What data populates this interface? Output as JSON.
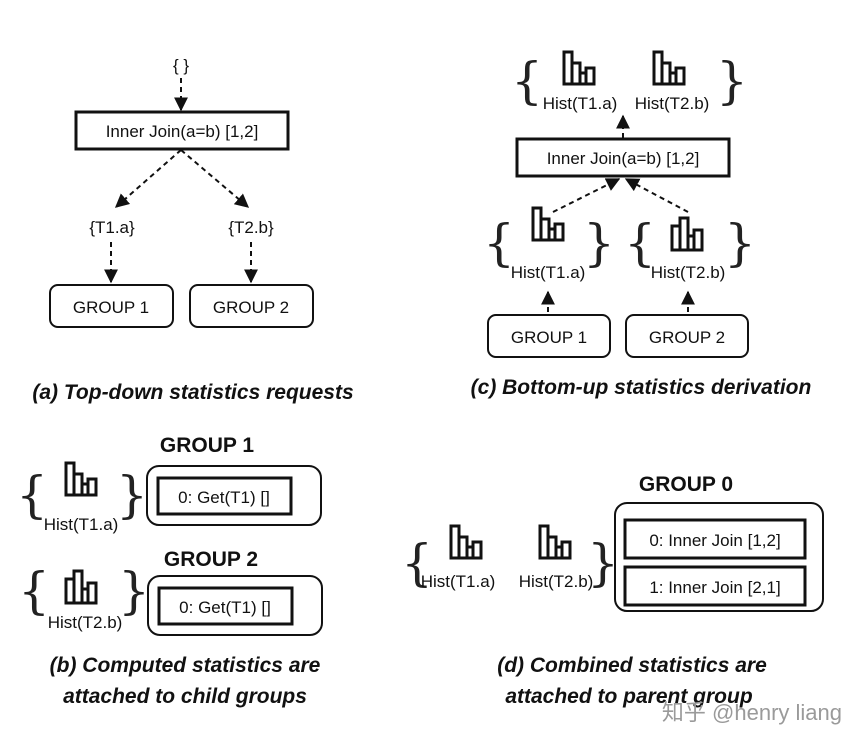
{
  "diagram": {
    "panel_a": {
      "empty_request": "{  }",
      "join": "Inner Join(a=b) [1,2]",
      "req_left": "{T1.a}",
      "req_right": "{T2.b}",
      "group_left": "GROUP 1",
      "group_right": "GROUP 2",
      "caption": "(a) Top-down statistics requests"
    },
    "panel_c": {
      "hist_top_left": "Hist(T1.a)",
      "hist_top_right": "Hist(T2.b)",
      "join": "Inner Join(a=b) [1,2]",
      "hist_left": "Hist(T1.a)",
      "hist_right": "Hist(T2.b)",
      "group_left": "GROUP 1",
      "group_right": "GROUP 2",
      "caption": "(c) Bottom-up statistics derivation"
    },
    "panel_b": {
      "group1_title": "GROUP 1",
      "group1_hist": "Hist(T1.a)",
      "group1_expr": "0: Get(T1) []",
      "group2_title": "GROUP 2",
      "group2_hist": "Hist(T2.b)",
      "group2_expr": "0: Get(T1) []",
      "caption_line1": "(b) Computed statistics are",
      "caption_line2": "attached to child groups"
    },
    "panel_d": {
      "group_title": "GROUP 0",
      "hist_left": "Hist(T1.a)",
      "hist_right": "Hist(T2.b)",
      "expr1": "0: Inner Join [1,2]",
      "expr2": "1: Inner Join [2,1]",
      "caption_line1": "(d) Combined statistics are",
      "caption_line2": "attached to parent group"
    },
    "watermark": "知乎 @henry liang"
  }
}
